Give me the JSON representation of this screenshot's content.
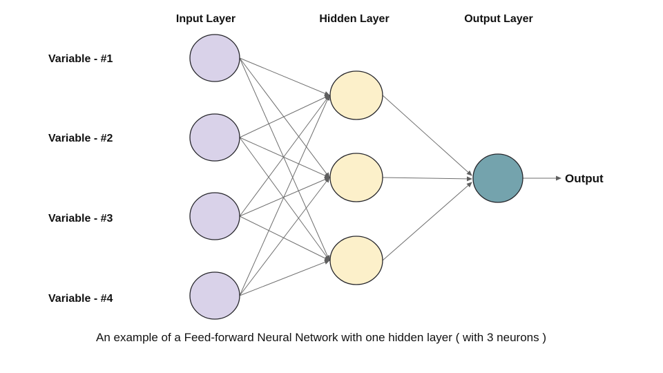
{
  "colors": {
    "background": "#ffffff",
    "input_node_fill": "#d9d2e9",
    "hidden_node_fill": "#fcf0ca",
    "output_node_fill": "#74a3ad",
    "node_stroke": "#26262b",
    "edge": "#6e6e6e",
    "arrowhead": "#5f5f5f",
    "text": "#111111"
  },
  "diagram": {
    "layer_headers": {
      "input": "Input Layer",
      "hidden": "Hidden Layer",
      "output": "Output Layer"
    },
    "input_labels": [
      "Variable - #1",
      "Variable - #2",
      "Variable - #3",
      "Variable - #4"
    ],
    "output_label": "Output",
    "caption": "An example of a Feed-forward Neural Network with one hidden layer ( with 3 neurons )"
  }
}
